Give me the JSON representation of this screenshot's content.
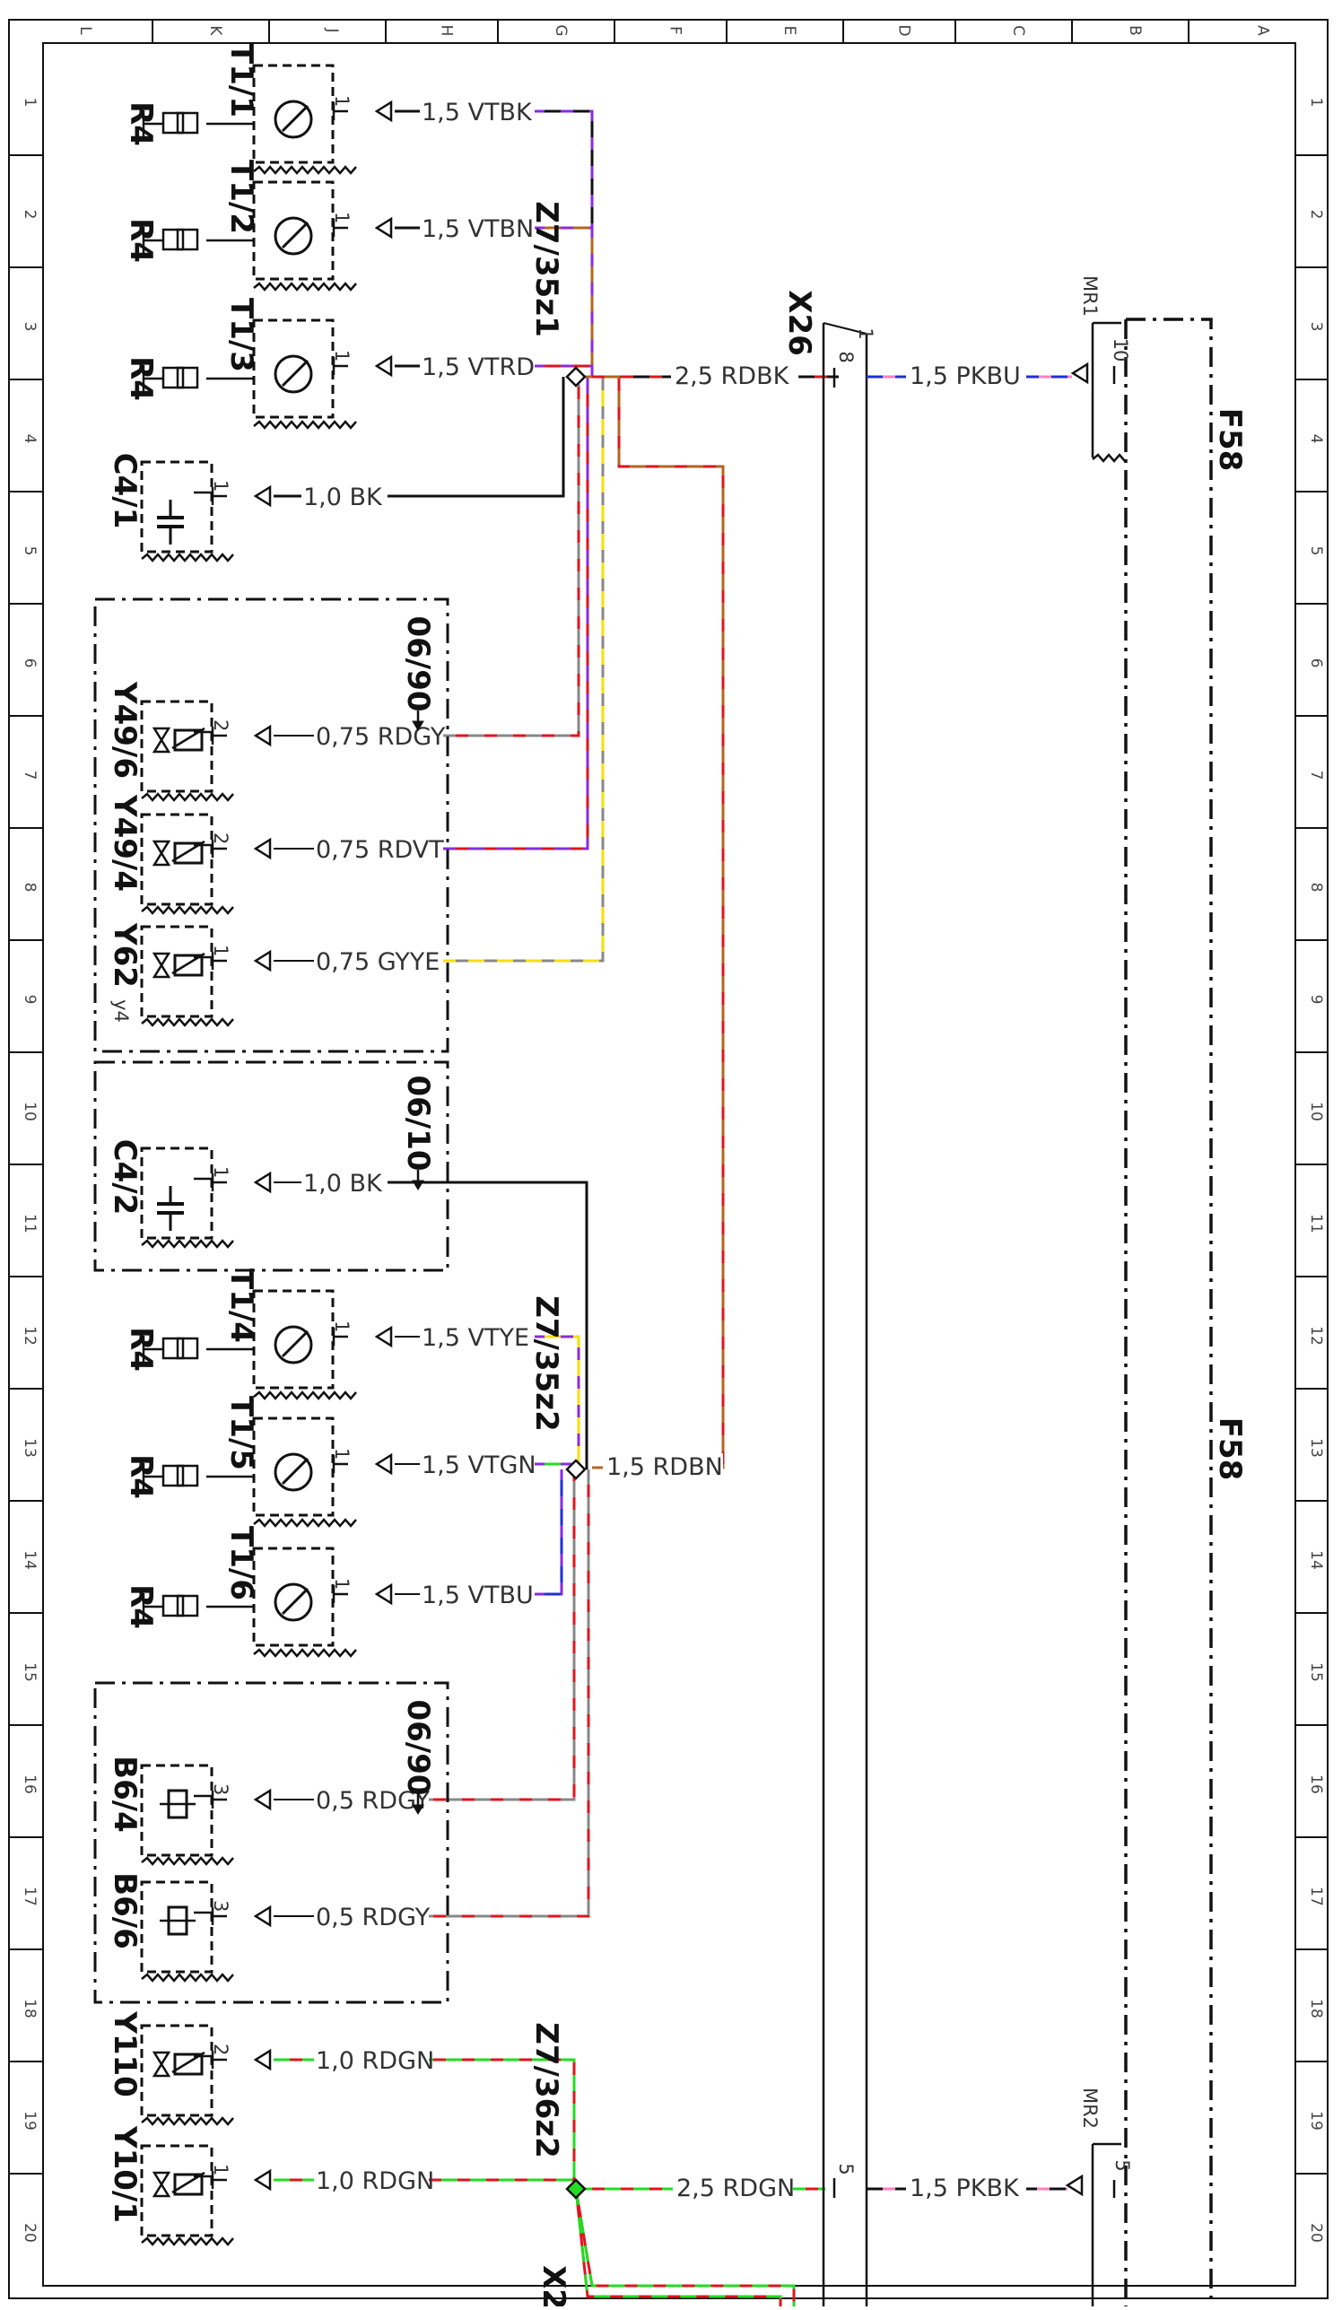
{
  "diagram": {
    "row_labels": [
      "1",
      "2",
      "3",
      "4",
      "5",
      "6",
      "7",
      "8",
      "9",
      "10",
      "11",
      "12",
      "13",
      "14",
      "15",
      "16",
      "17",
      "18",
      "19",
      "20"
    ],
    "column_labels": [
      "L",
      "K",
      "J",
      "H",
      "G",
      "F",
      "E",
      "D",
      "C",
      "B",
      "A"
    ],
    "page_refs": {
      "a": "06/90",
      "b": "06/10",
      "c": "06/90"
    },
    "sheet_labels": {
      "f58_top": "F58",
      "f58_mid": "F58"
    },
    "connectors": {
      "x26": "X26",
      "x26_pin_top": "1",
      "x26_pin_8": "8",
      "x26_pin_5": "5",
      "mr1": "MR1",
      "mr1_pin": "10",
      "mr2": "MR2",
      "mr2_pin": "5",
      "x2_cut": "X2"
    },
    "splices": {
      "s1": "Z7/35z1",
      "s2": "Z7/35z2",
      "s3": "Z7/36z2"
    },
    "components": [
      {
        "name": "T1/1",
        "ground": "R4",
        "pin": "1",
        "wire": "1,5 VTBK",
        "colors": [
          "#8a2be2",
          "#111111"
        ]
      },
      {
        "name": "T1/2",
        "ground": "R4",
        "pin": "1",
        "wire": "1,5 VTBN",
        "colors": [
          "#8a2be2",
          "#b5651d"
        ]
      },
      {
        "name": "T1/3",
        "ground": "R4",
        "pin": "1",
        "wire": "1,5 VTRD",
        "colors": [
          "#8a2be2",
          "#e0141e"
        ]
      },
      {
        "name": "C4/1",
        "pin": "1",
        "wire": "1,0 BK",
        "colors": [
          "#111111"
        ]
      },
      {
        "name": "Y49/6",
        "pin": "2",
        "wire": "0,75 RDGY",
        "colors": [
          "#e0141e",
          "#888888"
        ]
      },
      {
        "name": "Y49/4",
        "pin": "2",
        "wire": "0,75 RDVT",
        "colors": [
          "#e0141e",
          "#8a2be2"
        ]
      },
      {
        "name": "Y62",
        "name_sub": "y4",
        "pin": "1",
        "wire": "0,75 GYYE",
        "colors": [
          "#888888",
          "#f5e000"
        ]
      },
      {
        "name": "C4/2",
        "pin": "1",
        "wire": "1,0 BK",
        "colors": [
          "#111111"
        ]
      },
      {
        "name": "T1/4",
        "ground": "R4",
        "pin": "1",
        "wire": "1,5 VTYE",
        "colors": [
          "#8a2be2",
          "#f5e000"
        ]
      },
      {
        "name": "T1/5",
        "ground": "R4",
        "pin": "1",
        "wire": "1,5 VTGN",
        "colors": [
          "#8a2be2",
          "#22dd22"
        ]
      },
      {
        "name": "T1/6",
        "ground": "R4",
        "pin": "1",
        "wire": "1,5 VTBU",
        "colors": [
          "#8a2be2",
          "#1f2fd6"
        ]
      },
      {
        "name": "B6/4",
        "pin": "3",
        "wire": "0,5 RDGY",
        "colors": [
          "#e0141e",
          "#888888"
        ]
      },
      {
        "name": "B6/6",
        "pin": "3",
        "wire": "0,5 RDGY",
        "colors": [
          "#e0141e",
          "#888888"
        ]
      },
      {
        "name": "Y110",
        "pin": "2",
        "wire": "1,0 RDGN",
        "colors": [
          "#e0141e",
          "#22dd22"
        ]
      },
      {
        "name": "Y10/1",
        "pin": "1",
        "wire": "1,0 RDGN",
        "colors": [
          "#e0141e",
          "#22dd22"
        ]
      }
    ],
    "main_wires": [
      {
        "id": "rdbk",
        "label": "2,5 RDBK",
        "colors": [
          "#e0141e",
          "#111111"
        ]
      },
      {
        "id": "pkbu",
        "label": "1,5 PKBU",
        "colors": [
          "#ff7fbf",
          "#1f2fd6"
        ]
      },
      {
        "id": "rdbn",
        "label": "1,5 RDBN",
        "colors": [
          "#e0141e",
          "#b5651d"
        ]
      },
      {
        "id": "rdgn",
        "label": "2,5 RDGN",
        "colors": [
          "#e0141e",
          "#22dd22"
        ]
      },
      {
        "id": "pkbk",
        "label": "1,5 PKBK",
        "colors": [
          "#ff7fbf",
          "#111111"
        ]
      }
    ]
  }
}
